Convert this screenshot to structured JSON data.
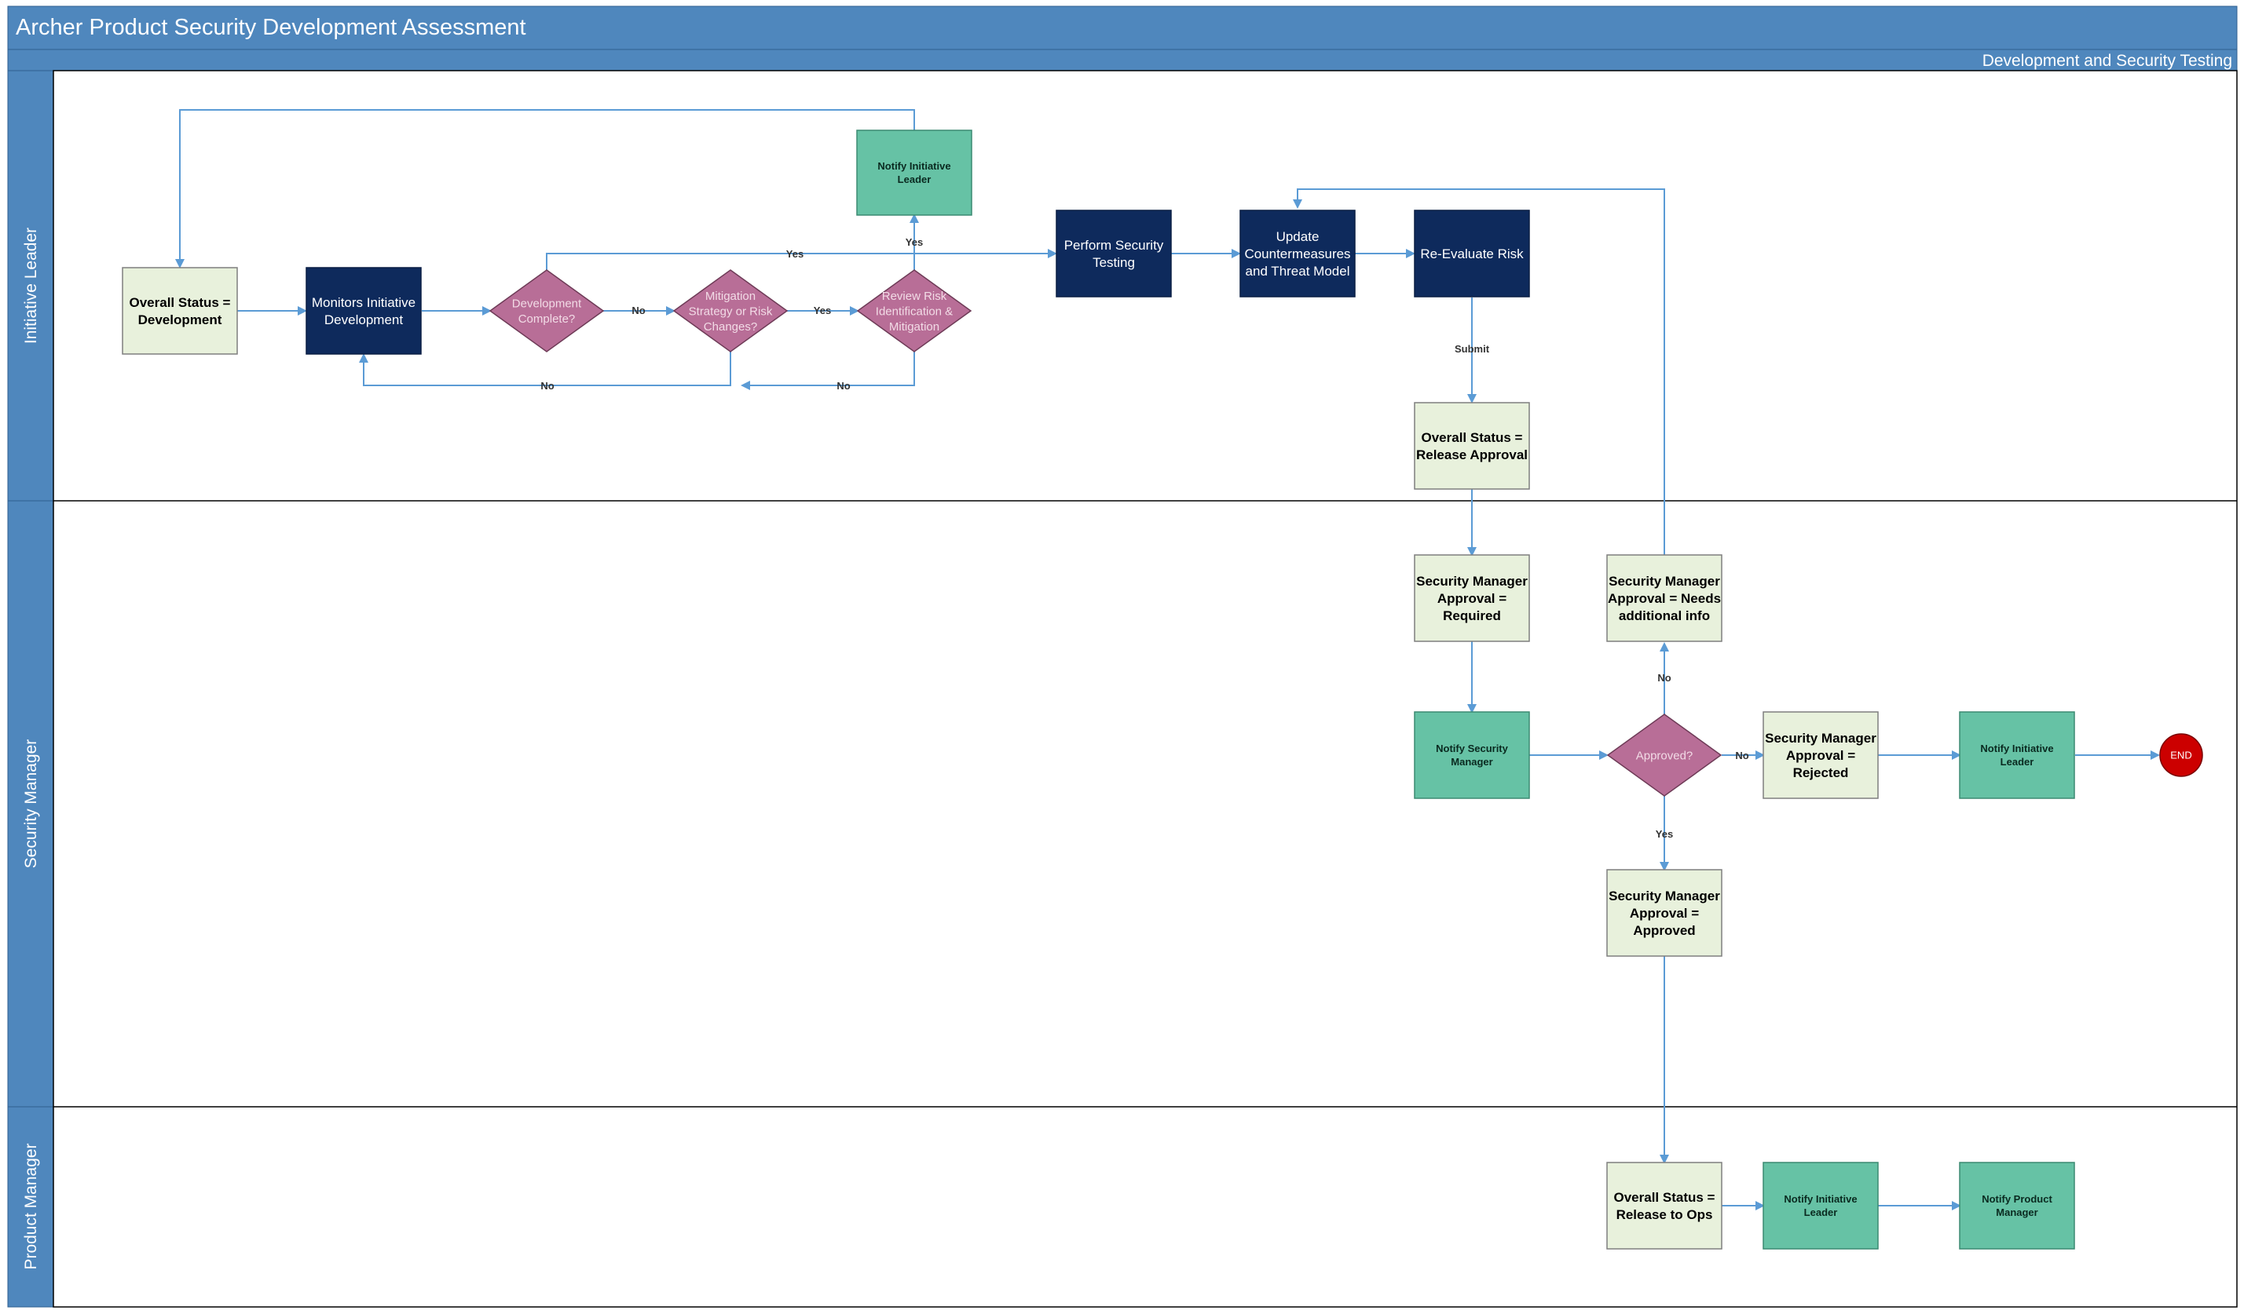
{
  "header": {
    "title": "Archer Product Security Development Assessment",
    "phase": "Development and Security Testing"
  },
  "lanes": [
    {
      "id": "initiative",
      "label": "Initiative Leader"
    },
    {
      "id": "security",
      "label": "Security Manager"
    },
    {
      "id": "product",
      "label": "Product Manager"
    }
  ],
  "nodes": {
    "status_dev": {
      "type": "status",
      "lines": [
        "Overall Status =",
        "Development"
      ]
    },
    "monitor": {
      "type": "process",
      "lines": [
        "Monitors Initiative",
        "Development"
      ]
    },
    "dec_complete": {
      "type": "decision",
      "lines": [
        "Development",
        "Complete?"
      ]
    },
    "dec_mitigation": {
      "type": "decision",
      "lines": [
        "Mitigation",
        "Strategy or Risk",
        "Changes?"
      ]
    },
    "dec_review": {
      "type": "decision",
      "lines": [
        "Review Risk",
        "Identification &",
        "Mitigation"
      ]
    },
    "notify_il_top": {
      "type": "notify",
      "lines": [
        "Notify Initiative",
        "Leader"
      ]
    },
    "perform_testing": {
      "type": "process",
      "lines": [
        "Perform Security",
        "Testing"
      ]
    },
    "update_counter": {
      "type": "process",
      "lines": [
        "Update",
        "Countermeasures",
        "and Threat Model"
      ]
    },
    "reevaluate": {
      "type": "process",
      "lines": [
        "Re-Evaluate Risk"
      ]
    },
    "status_release": {
      "type": "status",
      "lines": [
        "Overall Status =",
        "Release Approval"
      ]
    },
    "sm_required": {
      "type": "status",
      "lines": [
        "Security Manager",
        "Approval =",
        "Required"
      ]
    },
    "sm_needs_info": {
      "type": "status",
      "lines": [
        "Security Manager",
        "Approval = Needs",
        "additional info"
      ]
    },
    "notify_sm": {
      "type": "notify",
      "lines": [
        "Notify Security",
        "Manager"
      ]
    },
    "dec_approved": {
      "type": "decision",
      "lines": [
        "Approved?"
      ]
    },
    "sm_rejected": {
      "type": "status",
      "lines": [
        "Security Manager",
        "Approval =",
        "Rejected"
      ]
    },
    "notify_il_mid": {
      "type": "notify",
      "lines": [
        "Notify Initiative",
        "Leader"
      ]
    },
    "end": {
      "type": "end",
      "lines": [
        "END"
      ]
    },
    "sm_approved": {
      "type": "status",
      "lines": [
        "Security Manager",
        "Approval =",
        "Approved"
      ]
    },
    "status_ops": {
      "type": "status",
      "lines": [
        "Overall Status =",
        "Release to Ops"
      ]
    },
    "notify_il_bot": {
      "type": "notify",
      "lines": [
        "Notify Initiative",
        "Leader"
      ]
    },
    "notify_pm": {
      "type": "notify",
      "lines": [
        "Notify Product",
        "Manager"
      ]
    }
  },
  "edges": [
    {
      "from": "status_dev",
      "to": "monitor",
      "label": ""
    },
    {
      "from": "monitor",
      "to": "dec_complete",
      "label": ""
    },
    {
      "from": "dec_complete",
      "to": "dec_mitigation",
      "label": "No"
    },
    {
      "from": "dec_mitigation",
      "to": "dec_review",
      "label": "Yes"
    },
    {
      "from": "dec_mitigation",
      "to": "monitor",
      "label": "No"
    },
    {
      "from": "dec_review",
      "to": "dec_mitigation",
      "label": "No"
    },
    {
      "from": "dec_review",
      "to": "notify_il_top",
      "label": "Yes"
    },
    {
      "from": "notify_il_top",
      "to": "status_dev",
      "label": ""
    },
    {
      "from": "dec_complete",
      "to": "perform_testing",
      "label": "Yes"
    },
    {
      "from": "perform_testing",
      "to": "update_counter",
      "label": ""
    },
    {
      "from": "update_counter",
      "to": "reevaluate",
      "label": ""
    },
    {
      "from": "reevaluate",
      "to": "status_release",
      "label": "Submit"
    },
    {
      "from": "status_release",
      "to": "sm_required",
      "label": ""
    },
    {
      "from": "sm_required",
      "to": "notify_sm",
      "label": ""
    },
    {
      "from": "notify_sm",
      "to": "dec_approved",
      "label": ""
    },
    {
      "from": "dec_approved",
      "to": "sm_rejected",
      "label": "No"
    },
    {
      "from": "dec_approved",
      "to": "sm_needs_info",
      "label": "No"
    },
    {
      "from": "sm_needs_info",
      "to": "update_counter",
      "label": ""
    },
    {
      "from": "sm_rejected",
      "to": "notify_il_mid",
      "label": ""
    },
    {
      "from": "notify_il_mid",
      "to": "end",
      "label": ""
    },
    {
      "from": "dec_approved",
      "to": "sm_approved",
      "label": "Yes"
    },
    {
      "from": "sm_approved",
      "to": "status_ops",
      "label": ""
    },
    {
      "from": "status_ops",
      "to": "notify_il_bot",
      "label": ""
    },
    {
      "from": "notify_il_bot",
      "to": "notify_pm",
      "label": ""
    }
  ],
  "colors": {
    "header": "#4f87bd",
    "lane_band": "#4f87bd",
    "status_fill": "#e8f1dc",
    "process_fill": "#0e2a5c",
    "decision_fill": "#b86e97",
    "notify_fill": "#66c2a5",
    "end_fill": "#cc0000",
    "connector": "#5b9bd5"
  }
}
